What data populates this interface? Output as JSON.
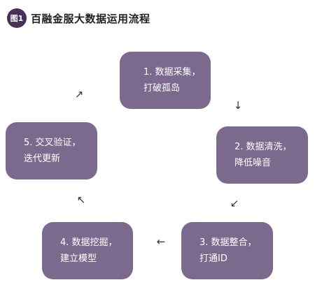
{
  "header": {
    "badge": "图1",
    "title": "百融金服大数据运用流程"
  },
  "nodes": [
    {
      "line1": "1. 数据采集，",
      "line2": "打破孤岛"
    },
    {
      "line1": "2. 数据清洗，",
      "line2": "降低噪音"
    },
    {
      "line1": "3. 数据整合，",
      "line2": "打通ID"
    },
    {
      "line1": "4. 数据挖掘，",
      "line2": "建立模型"
    },
    {
      "line1": "5. 交叉验证，",
      "line2": "迭代更新"
    }
  ],
  "arrows": {
    "a12": "↓",
    "a23": "↙",
    "a34": "←",
    "a45": "↖",
    "a51": "↗"
  }
}
